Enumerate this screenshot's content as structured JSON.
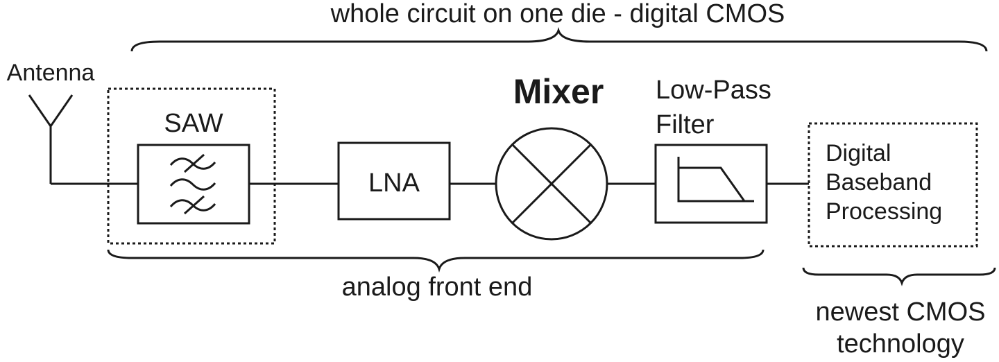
{
  "labels": {
    "top_brace": "whole circuit on one die - digital CMOS",
    "antenna": "Antenna",
    "saw": "SAW",
    "lna": "LNA",
    "mixer": "Mixer",
    "lpf_line1": "Low-Pass",
    "lpf_line2": "Filter",
    "dbb_line1": "Digital",
    "dbb_line2": "Baseband",
    "dbb_line3": "Processing",
    "analog_front_end": "analog front end",
    "newest_line1": "newest CMOS",
    "newest_line2": "technology"
  },
  "colors": {
    "ink": "#1a1a1a",
    "background": "#ffffff"
  }
}
